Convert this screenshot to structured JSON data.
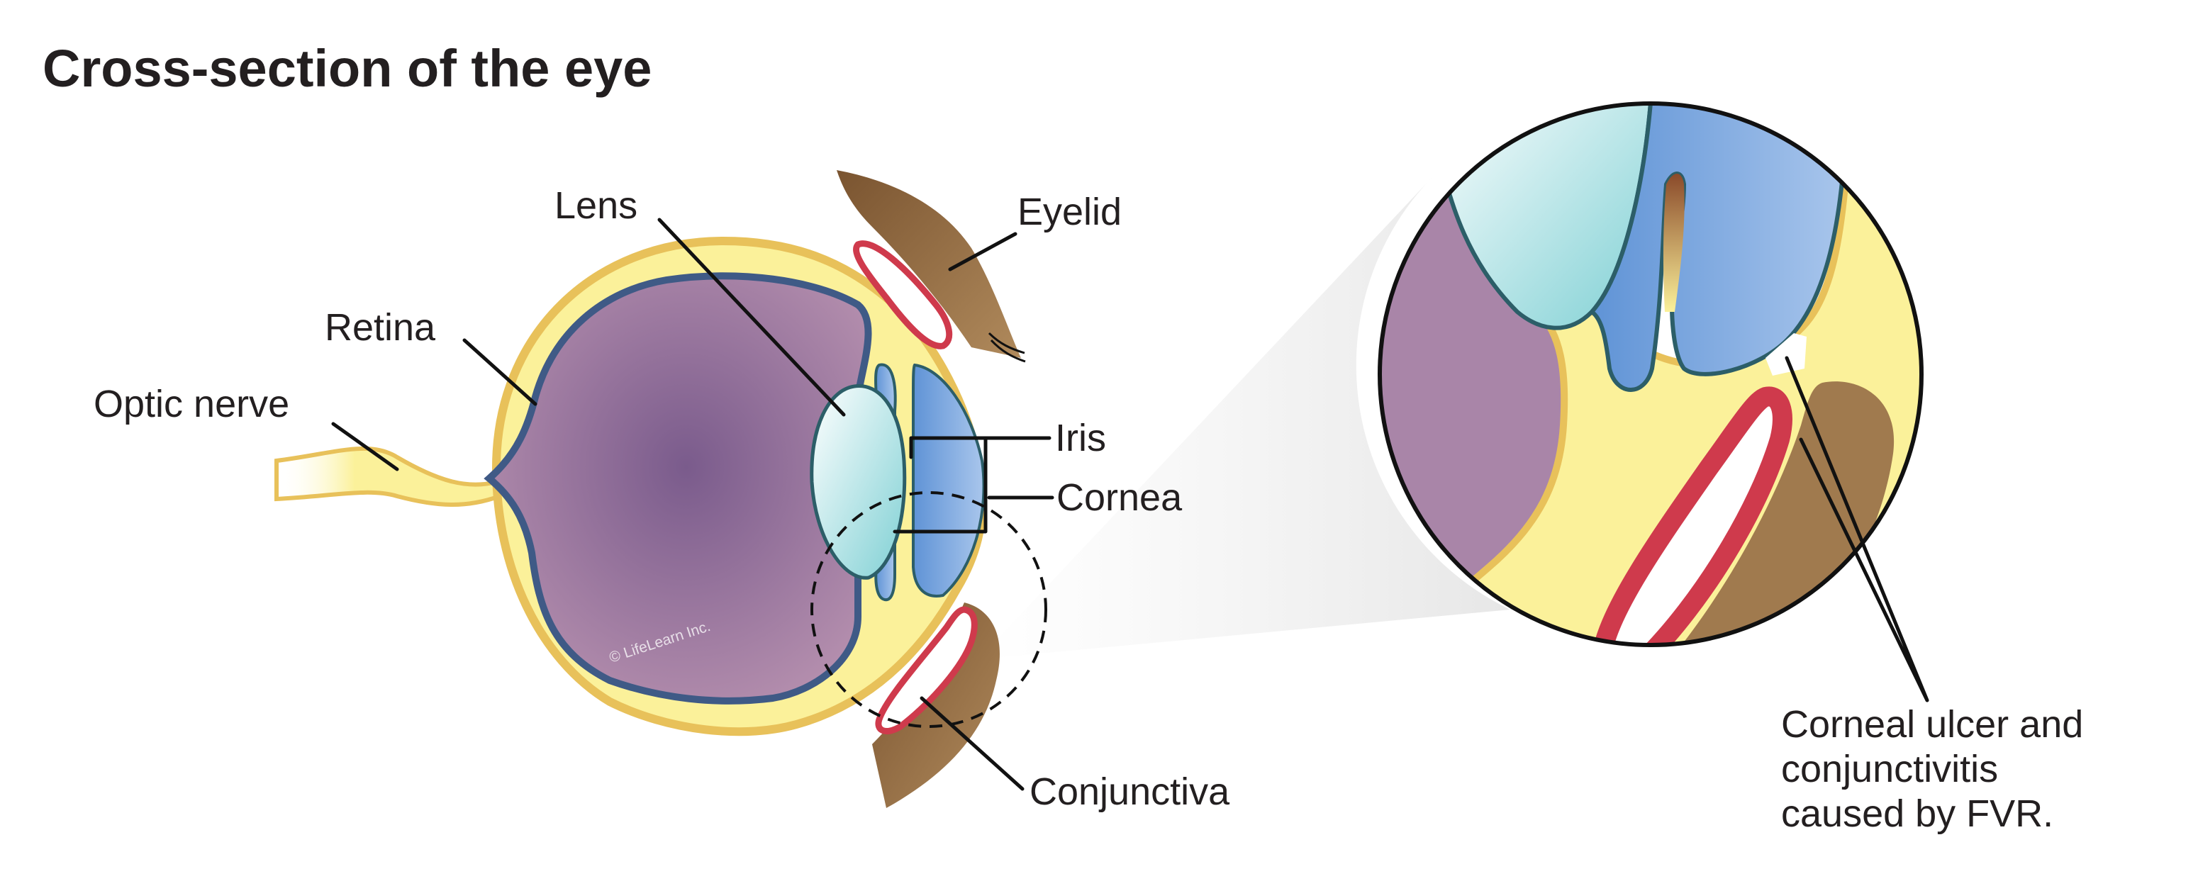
{
  "title": "Cross-section of the eye",
  "labels": {
    "lens": "Lens",
    "eyelid": "Eyelid",
    "retina": "Retina",
    "optic_nerve": "Optic nerve",
    "iris": "Iris",
    "cornea": "Cornea",
    "conjunctiva": "Conjunctiva"
  },
  "callout": {
    "line1": "Corneal ulcer and",
    "line2": "conjunctivitis",
    "line3": "caused by FVR."
  },
  "watermark": "© LifeLearn Inc.",
  "colors": {
    "sclera": "#fbf19a",
    "sclera_outline": "#e8c15a",
    "vitreous": "#8a6a98",
    "lens": "#bfe6e8",
    "iris": "#6e9fd8",
    "eyelid": "#a07a4e",
    "conjunctiva": "#cf3a4c",
    "retina_outline": "#3f5a86"
  }
}
